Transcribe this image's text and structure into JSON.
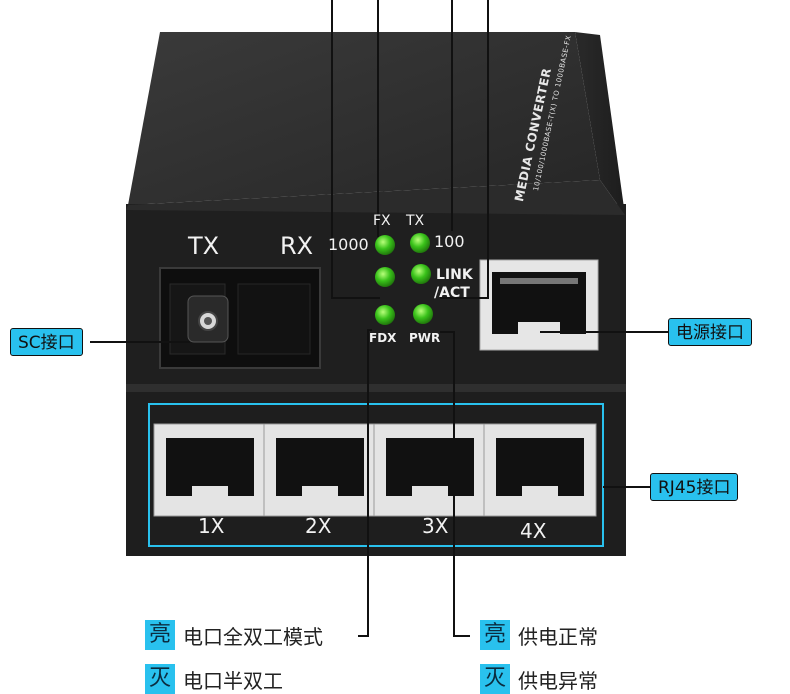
{
  "device": {
    "top_label": "MEDIA CONVERTER",
    "top_sublabel": "10/100/1000BASE-T(X) TO 1000BASE-FX",
    "tx_label": "TX",
    "rx_label": "RX",
    "leds": {
      "fx": "FX",
      "tx": "TX",
      "speed_1000": "1000",
      "speed_100": "100",
      "link": "LINK",
      "act": "/ACT",
      "fdx": "FDX",
      "pwr": "PWR"
    },
    "ports": [
      "1X",
      "2X",
      "3X",
      "4X"
    ]
  },
  "callouts": {
    "sc": "SC接口",
    "power": "电源接口",
    "rj45": "RJ45接口"
  },
  "legend": {
    "left": [
      {
        "tag": "亮",
        "text": "电口全双工模式"
      },
      {
        "tag": "灭",
        "text": "电口半双工"
      }
    ],
    "right": [
      {
        "tag": "亮",
        "text": "供电正常"
      },
      {
        "tag": "灭",
        "text": "供电异常"
      }
    ]
  },
  "colors": {
    "accent": "#29c1ee",
    "led_green": "#39c21a",
    "body": "#2c2c2c"
  }
}
